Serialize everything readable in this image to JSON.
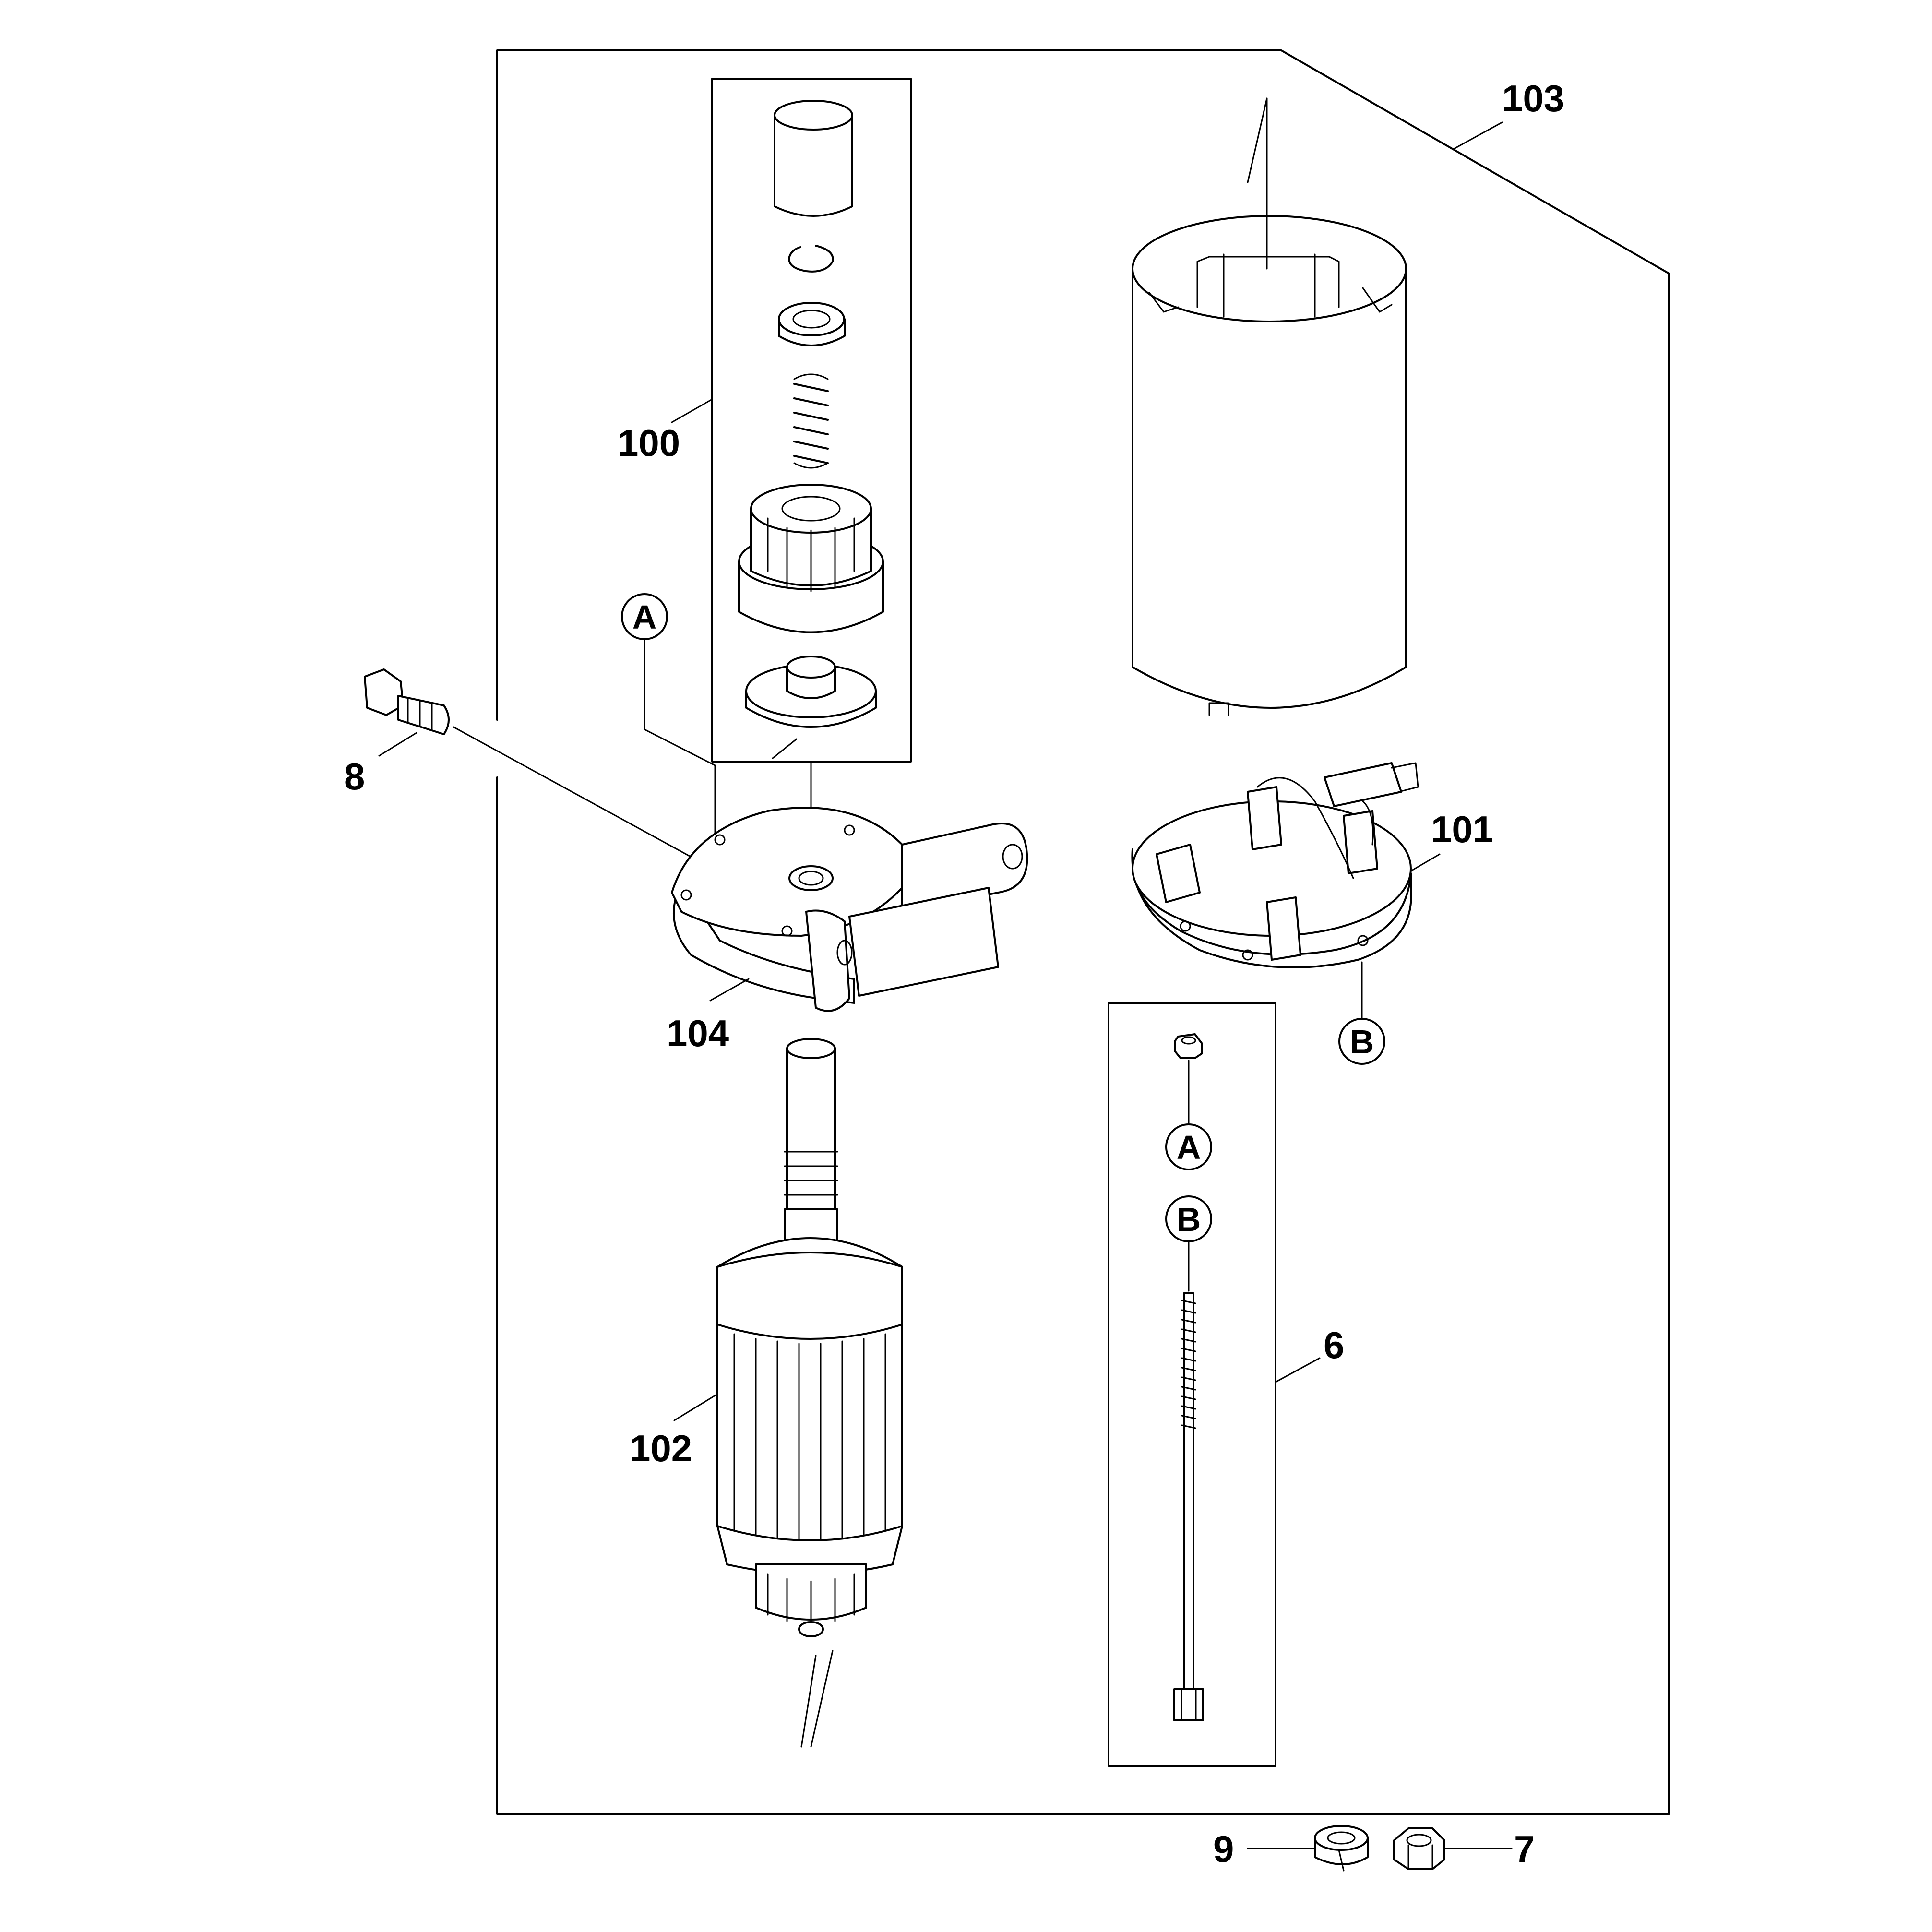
{
  "labels": {
    "p103": "103",
    "p100": "100",
    "p8": "8",
    "p101": "101",
    "p104": "104",
    "p6": "6",
    "p102": "102",
    "p9": "9",
    "p7": "7"
  },
  "refs": {
    "a_top": "A",
    "b_right": "B",
    "a_box": "A",
    "b_box": "B"
  }
}
